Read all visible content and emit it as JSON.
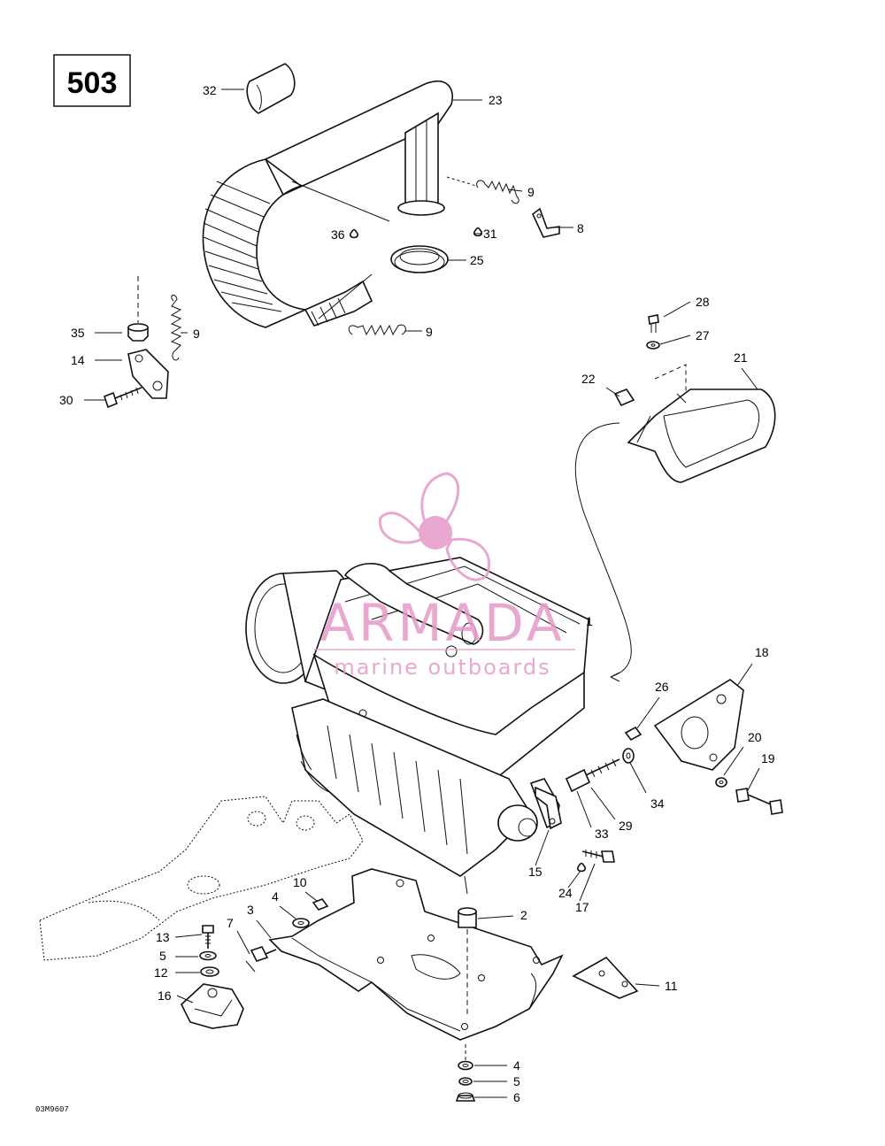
{
  "diagram": {
    "page_number": "503",
    "drawing_code": "03M9607",
    "watermark": {
      "title": "ARMADA",
      "subtitle": "marine outboards",
      "color": "#e49ac7"
    },
    "callouts": [
      {
        "id": "c32",
        "label": "32"
      },
      {
        "id": "c23",
        "label": "23"
      },
      {
        "id": "c9a",
        "label": "9"
      },
      {
        "id": "c8",
        "label": "8"
      },
      {
        "id": "c36",
        "label": "36"
      },
      {
        "id": "c31",
        "label": "31"
      },
      {
        "id": "c25",
        "label": "25"
      },
      {
        "id": "c35",
        "label": "35"
      },
      {
        "id": "c9b",
        "label": "9"
      },
      {
        "id": "c9c",
        "label": "9"
      },
      {
        "id": "c14",
        "label": "14"
      },
      {
        "id": "c30",
        "label": "30"
      },
      {
        "id": "c28",
        "label": "28"
      },
      {
        "id": "c27",
        "label": "27"
      },
      {
        "id": "c21",
        "label": "21"
      },
      {
        "id": "c22",
        "label": "22"
      },
      {
        "id": "c1",
        "label": "1"
      },
      {
        "id": "c18",
        "label": "18"
      },
      {
        "id": "c26",
        "label": "26"
      },
      {
        "id": "c20",
        "label": "20"
      },
      {
        "id": "c19",
        "label": "19"
      },
      {
        "id": "c34",
        "label": "34"
      },
      {
        "id": "c29",
        "label": "29"
      },
      {
        "id": "c33",
        "label": "33"
      },
      {
        "id": "c15",
        "label": "15"
      },
      {
        "id": "c24",
        "label": "24"
      },
      {
        "id": "c17",
        "label": "17"
      },
      {
        "id": "c2",
        "label": "2"
      },
      {
        "id": "c10",
        "label": "10"
      },
      {
        "id": "c4a",
        "label": "4"
      },
      {
        "id": "c3",
        "label": "3"
      },
      {
        "id": "c7",
        "label": "7"
      },
      {
        "id": "c13",
        "label": "13"
      },
      {
        "id": "c5a",
        "label": "5"
      },
      {
        "id": "c12",
        "label": "12"
      },
      {
        "id": "c16",
        "label": "16"
      },
      {
        "id": "c11",
        "label": "11"
      },
      {
        "id": "c4b",
        "label": "4"
      },
      {
        "id": "c5b",
        "label": "5"
      },
      {
        "id": "c6",
        "label": "6"
      }
    ]
  }
}
